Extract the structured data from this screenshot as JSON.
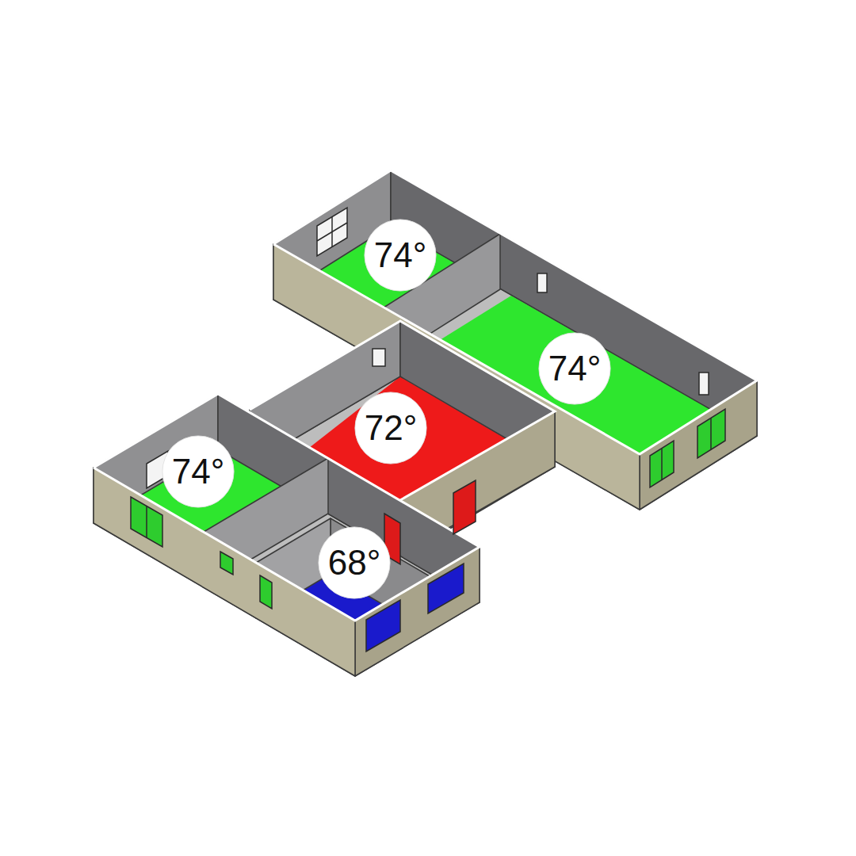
{
  "diagram": {
    "nodes": [
      {
        "text": [
          "74°"
        ]
      },
      {
        "text": [
          "74°"
        ]
      },
      {
        "text": [
          "72°"
        ]
      },
      {
        "text": [
          "74°"
        ]
      },
      {
        "text": [
          "68°"
        ]
      }
    ]
  }
}
